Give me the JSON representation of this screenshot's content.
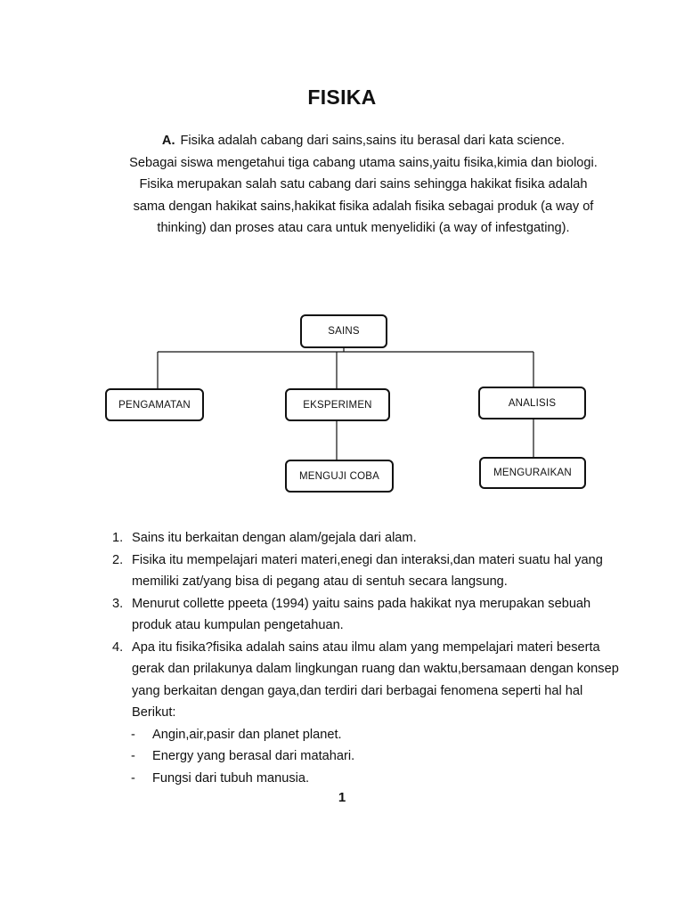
{
  "title": "FISIKA",
  "intro": {
    "marker": "A.",
    "line1": "Fisika adalah cabang dari sains,sains itu berasal dari kata science.",
    "paragraph2": "Sebagai siswa  mengetahui tiga cabang utama sains,yaitu fisika,kimia dan biologi.",
    "paragraph3": "Fisika merupakan salah satu cabang dari sains sehingga hakikat fisika adalah sama dengan hakikat sains,hakikat fisika adalah fisika sebagai produk  (a way of thinking) dan proses atau cara untuk menyelidiki (a way of infestgating)."
  },
  "diagram": {
    "root": "SAINS",
    "branches": [
      "PENGAMATAN",
      "EKSPERIMEN",
      "ANALISIS"
    ],
    "children": {
      "eksperimen": "MENGUJI COBA",
      "analisis": "MENGURAIKAN"
    }
  },
  "list": [
    "Sains itu berkaitan dengan alam/gejala dari alam.",
    "Fisika itu mempelajari materi materi,enegi dan interaksi,dan materi suatu hal yang memiliki zat/yang bisa di pegang atau di sentuh secara langsung.",
    "Menurut collette ppeeta (1994) yaitu sains pada hakikat nya merupakan sebuah produk atau kumpulan pengetahuan.",
    "Apa itu fisika?fisika adalah sains atau ilmu alam yang mempelajari materi beserta gerak dan prilakunya dalam lingkungan ruang dan waktu,bersamaan dengan konsep yang berkaitan dengan gaya,dan terdiri dari berbagai fenomena seperti hal hal  Berikut:"
  ],
  "list_numbers": [
    "1.",
    "2.",
    "3.",
    "4."
  ],
  "sublist_marker": "-",
  "sublist": [
    "Angin,air,pasir dan planet planet.",
    "Energy yang berasal dari matahari.",
    "Fungsi dari tubuh manusia."
  ],
  "page_number": "1"
}
